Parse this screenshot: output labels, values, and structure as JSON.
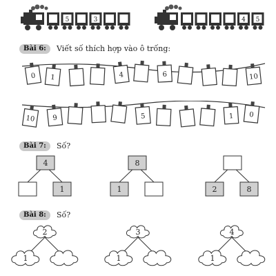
{
  "trains": {
    "left": {
      "cars": [
        "",
        "5",
        "",
        "3",
        "",
        ""
      ]
    },
    "right": {
      "cars": [
        "",
        "",
        "",
        "",
        "4",
        "5"
      ]
    }
  },
  "exercise6": {
    "badge": "Bài 6:",
    "instruction": "Viết số thích hợp vào ô trống:",
    "row1": [
      "0",
      "1",
      "",
      "",
      "4",
      "",
      "6",
      "",
      "",
      "",
      "10"
    ],
    "row2": [
      "10",
      "9",
      "",
      "",
      "",
      "5",
      "",
      "",
      "",
      "1",
      "0"
    ]
  },
  "exercise7": {
    "badge": "Bài 7:",
    "instruction": "Số?",
    "trees": [
      {
        "top": "4",
        "left": "",
        "right": "1"
      },
      {
        "top": "8",
        "left": "1",
        "right": ""
      },
      {
        "top": "",
        "left": "2",
        "right": "8"
      }
    ]
  },
  "exercise8": {
    "badge": "Bài 8:",
    "instruction": "Số?",
    "trees": [
      {
        "top": "2",
        "left": "1",
        "right": ""
      },
      {
        "top": "3",
        "left": "1",
        "right": ""
      },
      {
        "top": "4",
        "left": "1",
        "right": ""
      }
    ]
  },
  "colors": {
    "shaded_box": "#d0d0d0",
    "badge": "#c9c9c9",
    "ink": "#222222"
  }
}
